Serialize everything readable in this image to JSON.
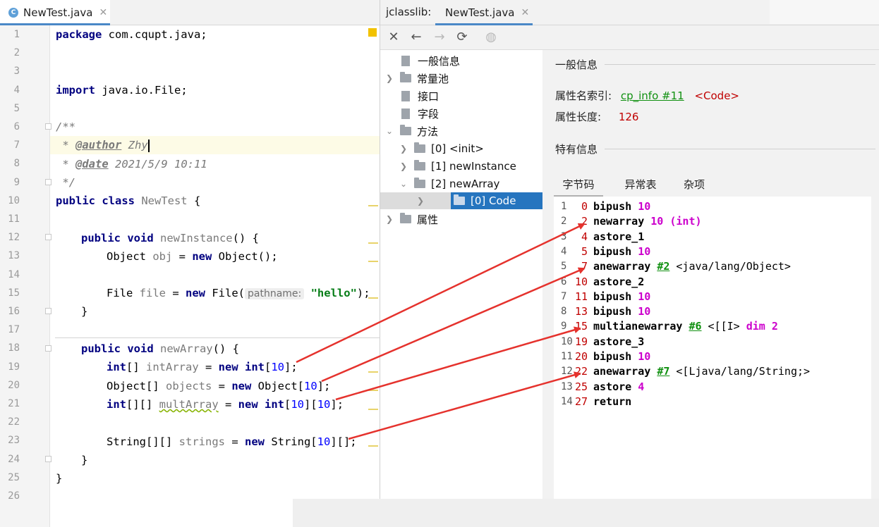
{
  "editor": {
    "tab_label": "NewTest.java",
    "tab_badge": "C",
    "line_numbers": [
      "1",
      "2",
      "3",
      "4",
      "5",
      "6",
      "7",
      "8",
      "9",
      "10",
      "11",
      "12",
      "13",
      "14",
      "15",
      "16",
      "17",
      "18",
      "19",
      "20",
      "21",
      "22",
      "23",
      "24",
      "25",
      "26"
    ],
    "code": {
      "l1_kw": "package",
      "l1_rest": " com.cqupt.java;",
      "l4_kw": "import",
      "l4_rest": " java.io.File;",
      "l6": "/**",
      "l7_pre": " * ",
      "l7_tag": "@author",
      "l7_rest": " Zhy",
      "l8_pre": " * ",
      "l8_tag": "@date",
      "l8_rest": " 2021/5/9 10:11",
      "l9": " */",
      "l10_kw": "public class",
      "l10_name": " NewTest",
      "l10_rest": " {",
      "l12_kw": "public void",
      "l12_name": " newInstance",
      "l12_rest": "() {",
      "l13_a": "Object ",
      "l13_var": "obj",
      "l13_b": " = ",
      "l13_kw": "new",
      "l13_c": " Object();",
      "l15_a": "File ",
      "l15_var": "file",
      "l15_b": " = ",
      "l15_kw": "new",
      "l15_c": " File(",
      "l15_hint": "pathname:",
      "l15_str": "\"hello\"",
      "l15_d": ");",
      "l16": "}",
      "l18_kw": "public void",
      "l18_name": " newArray",
      "l18_rest": "() {",
      "l19_t": "int",
      "l19_a": "[] ",
      "l19_var": "intArray",
      "l19_b": " = ",
      "l19_kw": "new",
      "l19_t2": " int",
      "l19_c": "[",
      "l19_n": "10",
      "l19_d": "];",
      "l20_a": "Object[] ",
      "l20_var": "objects",
      "l20_b": " = ",
      "l20_kw": "new",
      "l20_c": " Object[",
      "l20_n": "10",
      "l20_d": "];",
      "l21_t": "int",
      "l21_a": "[][] ",
      "l21_var": "multArray",
      "l21_b": " = ",
      "l21_kw": "new",
      "l21_t2": " int",
      "l21_c": "[",
      "l21_n": "10",
      "l21_m": "][",
      "l21_n2": "10",
      "l21_d": "];",
      "l23_a": "String[][] ",
      "l23_var": "strings",
      "l23_b": " = ",
      "l23_kw": "new",
      "l23_c": " String[",
      "l23_n": "10",
      "l23_d": "][];",
      "l24": "}",
      "l25": "}"
    }
  },
  "jclasslib": {
    "tab_prefix": "jclasslib:",
    "tab_label": "NewTest.java",
    "toolbar": {
      "close": "close-icon",
      "back": "back-arrow-icon",
      "forward": "forward-arrow-icon",
      "refresh": "refresh-icon",
      "web": "globe-icon"
    },
    "tree": [
      {
        "label": "一般信息"
      },
      {
        "label": "常量池"
      },
      {
        "label": "接口"
      },
      {
        "label": "字段"
      },
      {
        "label": "方法"
      },
      {
        "label": "[0] <init>"
      },
      {
        "label": "[1] newInstance"
      },
      {
        "label": "[2] newArray"
      },
      {
        "label": "[0] Code"
      },
      {
        "label": "属性"
      }
    ],
    "general_title": "一般信息",
    "attr_name_label": "属性名索引:",
    "attr_name_link": "cp_info #11",
    "attr_name_value": "<Code>",
    "attr_len_label": "属性长度:",
    "attr_len_value": "126",
    "specific_title": "特有信息",
    "subtabs": [
      "字节码",
      "异常表",
      "杂项"
    ],
    "bytecode": [
      {
        "ln": "1",
        "off": "0",
        "op": "bipush",
        "arg": "10"
      },
      {
        "ln": "2",
        "off": "2",
        "op": "newarray",
        "arg": "10 (int)"
      },
      {
        "ln": "3",
        "off": "4",
        "op": "astore_1",
        "arg": ""
      },
      {
        "ln": "4",
        "off": "5",
        "op": "bipush",
        "arg": "10"
      },
      {
        "ln": "5",
        "off": "7",
        "op": "anewarray",
        "cp": "#2",
        "ref": " <java/lang/Object>"
      },
      {
        "ln": "6",
        "off": "10",
        "op": "astore_2",
        "arg": ""
      },
      {
        "ln": "7",
        "off": "11",
        "op": "bipush",
        "arg": "10"
      },
      {
        "ln": "8",
        "off": "13",
        "op": "bipush",
        "arg": "10"
      },
      {
        "ln": "9",
        "off": "15",
        "op": "multianewarray",
        "cp": "#6",
        "ref": " <[[I>",
        "extra": " dim 2"
      },
      {
        "ln": "10",
        "off": "19",
        "op": "astore_3",
        "arg": ""
      },
      {
        "ln": "11",
        "off": "20",
        "op": "bipush",
        "arg": "10"
      },
      {
        "ln": "12",
        "off": "22",
        "op": "anewarray",
        "cp": "#7",
        "ref": " <[Ljava/lang/String;>"
      },
      {
        "ln": "13",
        "off": "25",
        "op": "astore",
        "arg": "4"
      },
      {
        "ln": "14",
        "off": "27",
        "op": "return",
        "arg": ""
      }
    ]
  },
  "colors": {
    "selection": "#2675bf",
    "annotation_arrow": "#e5322d",
    "offset_red": "#c00000",
    "arg_magenta": "#cc00cc",
    "cp_green": "#109010"
  }
}
